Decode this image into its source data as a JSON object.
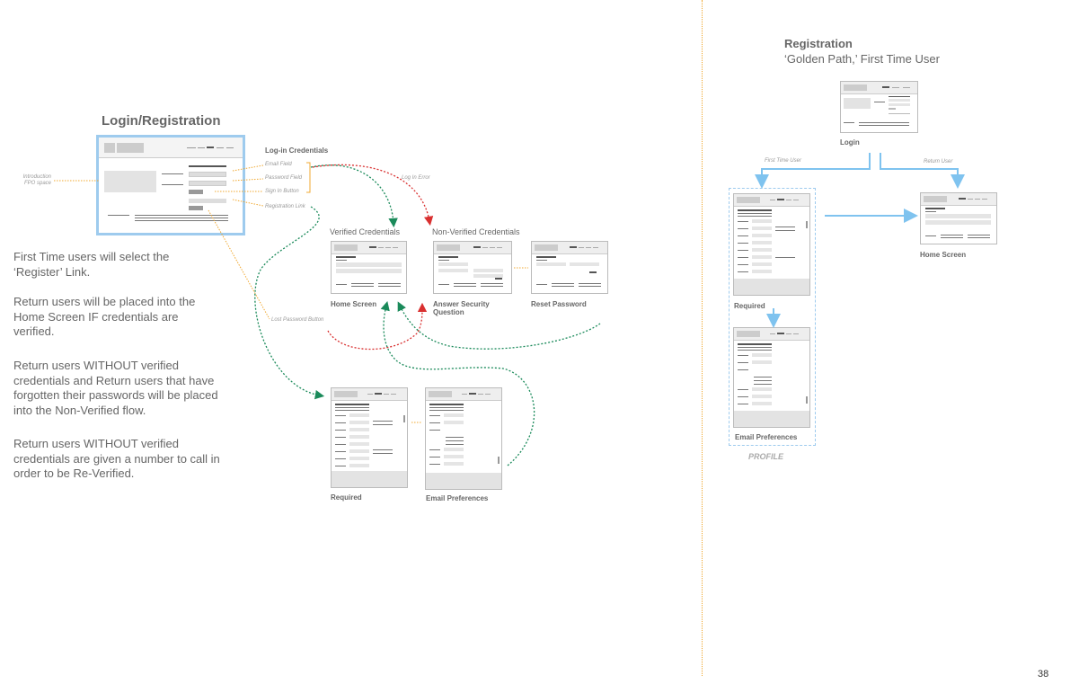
{
  "left_section": {
    "title": "Login/Registration",
    "login_credentials_title": "Log-in Credentials",
    "intro_label": "Introduction\nFPO space",
    "annotations": {
      "email_field": "Email Field",
      "password_field": "Password Field",
      "sign_in_button": "Sign In Button",
      "registration_link": "Registration Link",
      "log_in_error": "Log In Error",
      "lost_password_button": "Lost Password Button"
    },
    "flow_headers": {
      "verified": "Verified Credentials",
      "non_verified": "Non-Verified Credentials"
    },
    "screens": {
      "home_screen": "Home Screen",
      "answer_security": "Answer Security\nQuestion",
      "reset_password": "Reset Password",
      "required": "Required",
      "email_preferences": "Email Preferences"
    },
    "description": [
      "First Time users will select the ‘Register’ Link.",
      "Return users will be placed into the Home Screen IF credentials are verified.",
      "Return users WITHOUT verified credentials and Return users that have forgotten their passwords will be placed into the Non-Verified flow.",
      "Return users WITHOUT verified credentials are given a number to call in order to be Re-Verified."
    ]
  },
  "right_section": {
    "title": "Registration",
    "subtitle": "‘Golden Path,’ First Time User",
    "login_label": "Login",
    "first_time_user": "First Time User",
    "return_user": "Return User",
    "home_screen": "Home Screen",
    "required": "Required",
    "email_preferences": "Email Preferences",
    "profile": "PROFILE"
  },
  "page_number": "38",
  "colors": {
    "highlight_blue": "#9ecbee",
    "flow_blue": "#7fc3ef",
    "annotation_orange": "#f0a830",
    "verified_green": "#1a8a5a",
    "error_red": "#d93030"
  }
}
